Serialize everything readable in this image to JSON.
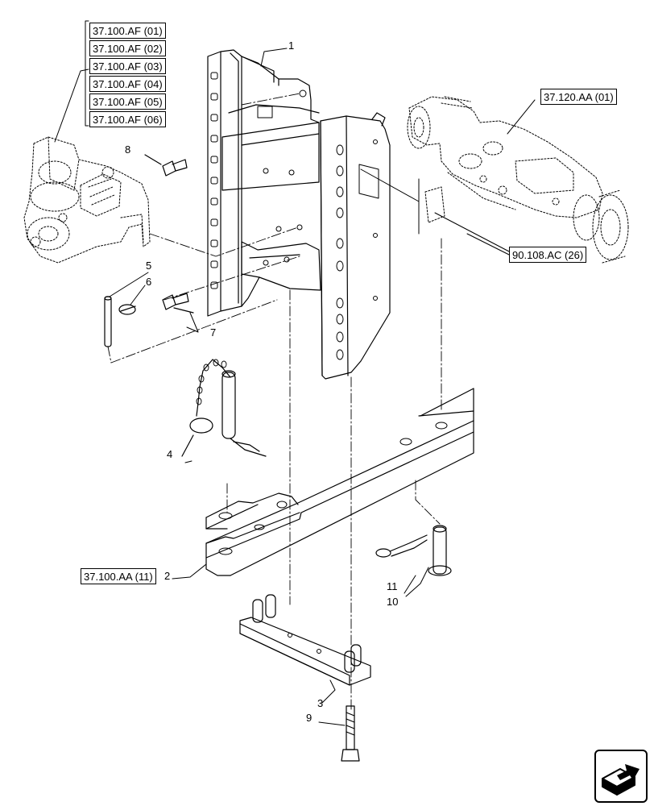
{
  "references": {
    "group_af": [
      "37.100.AF (01)",
      "37.100.AF (02)",
      "37.100.AF (03)",
      "37.100.AF (04)",
      "37.100.AF (05)",
      "37.100.AF (06)"
    ],
    "axle": "37.120.AA (01)",
    "decal": "90.108.AC (26)",
    "drawbar": "37.100.AA (11)"
  },
  "callouts": {
    "c1": "1",
    "c2": "2",
    "c3": "3",
    "c4": "4",
    "c5": "5",
    "c6": "6",
    "c7": "7",
    "c8": "8",
    "c9": "9",
    "c10": "10",
    "c11": "11"
  },
  "nav": {
    "icon": "next-page-arrow-icon"
  }
}
